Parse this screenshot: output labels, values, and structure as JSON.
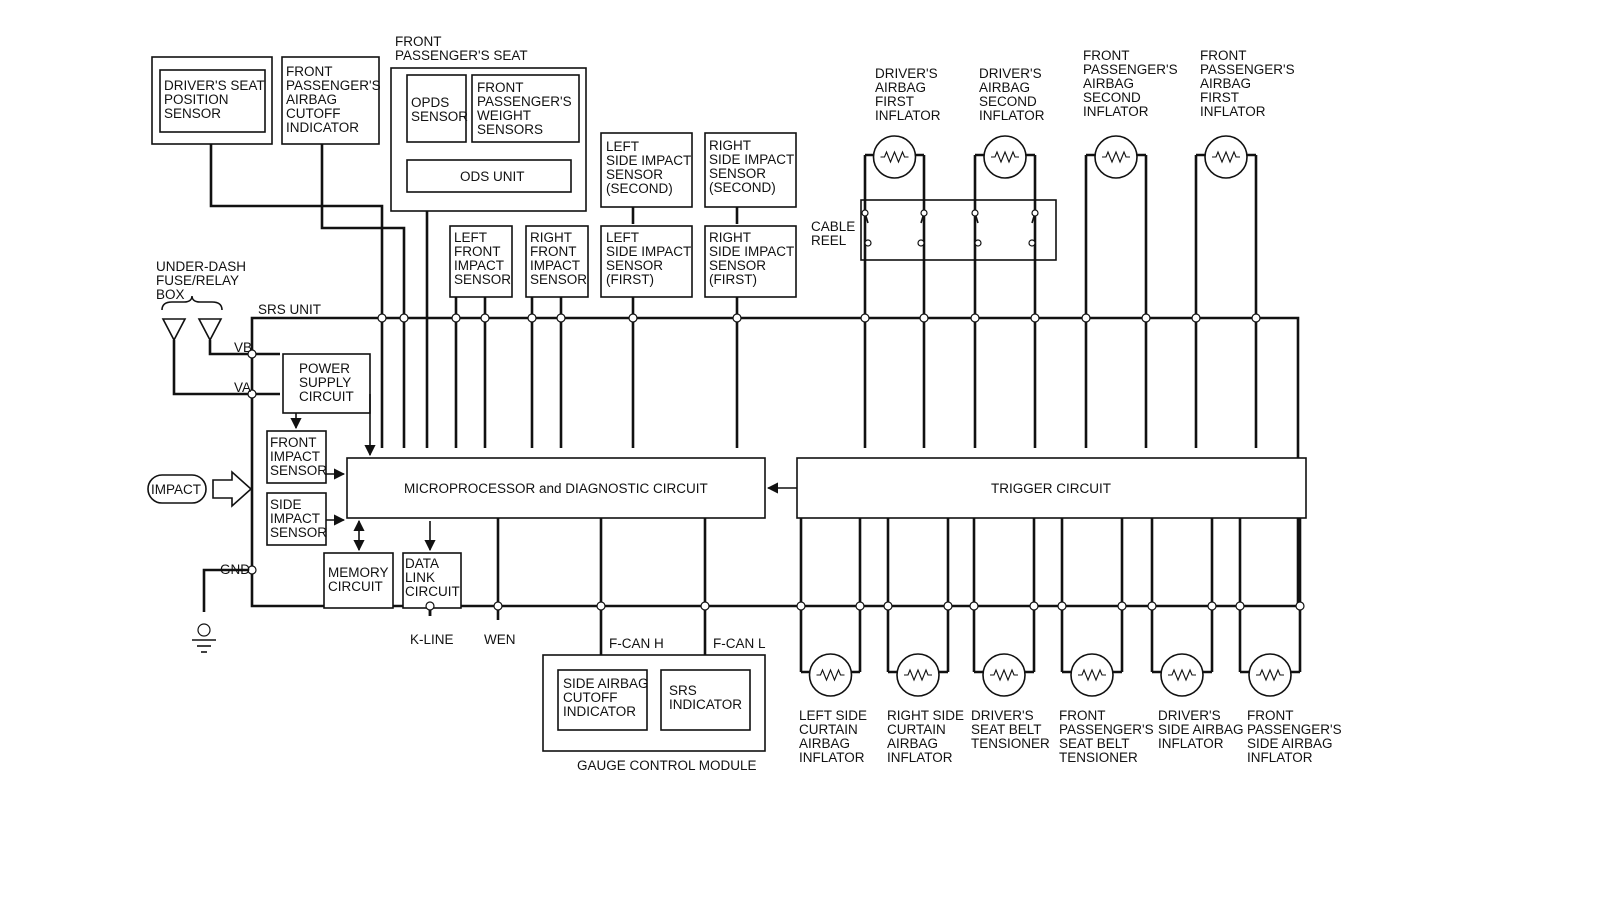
{
  "diagram": {
    "driver_seat_position_sensor": [
      "DRIVER'S SEAT",
      "POSITION",
      "SENSOR"
    ],
    "fp_airbag_cutoff_indicator": [
      "FRONT",
      "PASSENGER'S",
      "AIRBAG",
      "CUTOFF",
      "INDICATOR"
    ],
    "front_passenger_seat_title": [
      "FRONT",
      "PASSENGER'S SEAT"
    ],
    "opds_sensor": [
      "OPDS",
      "SENSOR"
    ],
    "fp_weight_sensors": [
      "FRONT",
      "PASSENGER'S",
      "WEIGHT",
      "SENSORS"
    ],
    "ods_unit": "ODS UNIT",
    "left_side_impact_sensor_second": [
      "LEFT",
      "SIDE IMPACT",
      "SENSOR",
      "(SECOND)"
    ],
    "right_side_impact_sensor_second": [
      "RIGHT",
      "SIDE IMPACT",
      "SENSOR",
      "(SECOND)"
    ],
    "left_front_impact_sensor": [
      "LEFT",
      "FRONT",
      "IMPACT",
      "SENSOR"
    ],
    "right_front_impact_sensor": [
      "RIGHT",
      "FRONT",
      "IMPACT",
      "SENSOR"
    ],
    "left_side_impact_sensor_first": [
      "LEFT",
      "SIDE IMPACT",
      "SENSOR",
      "(FIRST)"
    ],
    "right_side_impact_sensor_first": [
      "RIGHT",
      "SIDE IMPACT",
      "SENSOR",
      "(FIRST)"
    ],
    "cable_reel": [
      "CABLE",
      "REEL"
    ],
    "under_dash_fuse_box": [
      "UNDER-DASH",
      "FUSE/RELAY",
      "BOX"
    ],
    "srs_unit": "SRS UNIT",
    "vb": "VB",
    "va": "VA",
    "gnd": "GND",
    "power_supply_circuit": [
      "POWER",
      "SUPPLY",
      "CIRCUIT"
    ],
    "front_impact_sensor": [
      "FRONT",
      "IMPACT",
      "SENSOR"
    ],
    "side_impact_sensor": [
      "SIDE",
      "IMPACT",
      "SENSOR"
    ],
    "impact": "IMPACT",
    "memory_circuit": [
      "MEMORY",
      "CIRCUIT"
    ],
    "data_link_circuit": [
      "DATA",
      "LINK",
      "CIRCUIT"
    ],
    "microprocessor": "MICROPROCESSOR and DIAGNOSTIC CIRCUIT",
    "trigger_circuit": "TRIGGER CIRCUIT",
    "k_line": "K-LINE",
    "wen": "WEN",
    "f_can_h": "F-CAN H",
    "f_can_l": "F-CAN L",
    "side_airbag_cutoff_indicator": [
      "SIDE AIRBAG",
      "CUTOFF",
      "INDICATOR"
    ],
    "srs_indicator": [
      "SRS",
      "INDICATOR"
    ],
    "gauge_control_module": "GAUGE CONTROL MODULE",
    "top_inflators": [
      [
        "DRIVER'S",
        "AIRBAG",
        "FIRST",
        "INFLATOR"
      ],
      [
        "DRIVER'S",
        "AIRBAG",
        "SECOND",
        "INFLATOR"
      ],
      [
        "FRONT",
        "PASSENGER'S",
        "AIRBAG",
        "SECOND",
        "INFLATOR"
      ],
      [
        "FRONT",
        "PASSENGER'S",
        "AIRBAG",
        "FIRST",
        "INFLATOR"
      ]
    ],
    "bottom_inflators": [
      [
        "LEFT SIDE",
        "CURTAIN",
        "AIRBAG",
        "INFLATOR"
      ],
      [
        "RIGHT SIDE",
        "CURTAIN",
        "AIRBAG",
        "INFLATOR"
      ],
      [
        "DRIVER'S",
        "SEAT BELT",
        "TENSIONER"
      ],
      [
        "FRONT",
        "PASSENGER'S",
        "SEAT BELT",
        "TENSIONER"
      ],
      [
        "DRIVER'S",
        "SIDE AIRBAG",
        "INFLATOR"
      ],
      [
        "FRONT",
        "PASSENGER'S",
        "SIDE AIRBAG",
        "INFLATOR"
      ]
    ]
  }
}
